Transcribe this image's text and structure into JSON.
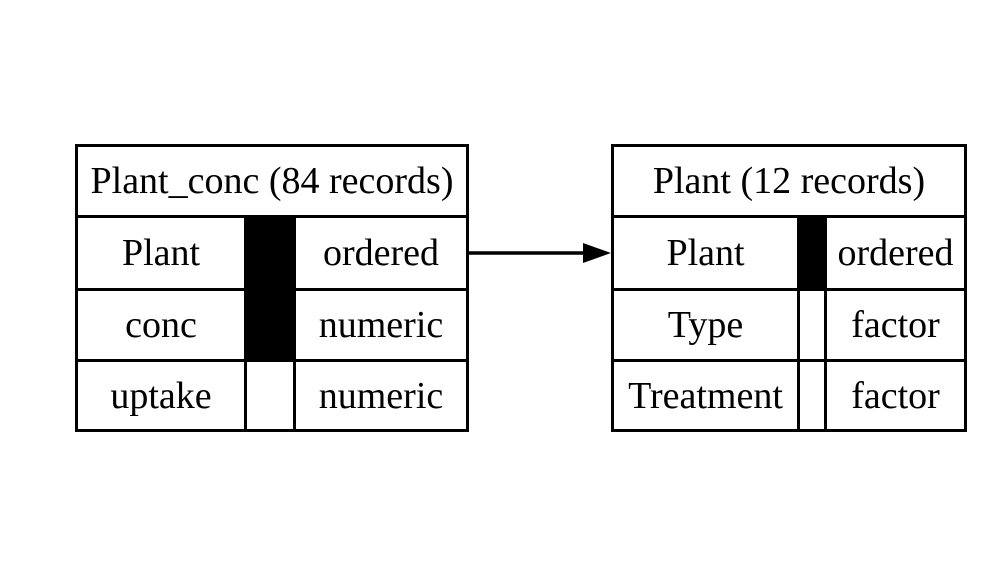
{
  "canvas": {
    "background_color": "#ffffff",
    "line_color": "#000000",
    "key_fill_color": "#000000"
  },
  "left_table": {
    "title": "Plant_conc (84 records)",
    "rows": [
      {
        "field": "Plant",
        "type": "ordered",
        "key": true
      },
      {
        "field": "conc",
        "type": "numeric",
        "key": true
      },
      {
        "field": "uptake",
        "type": "numeric",
        "key": false
      }
    ]
  },
  "right_table": {
    "title": "Plant (12 records)",
    "rows": [
      {
        "field": "Plant",
        "type": "ordered",
        "key": true
      },
      {
        "field": "Type",
        "type": "factor",
        "key": false
      },
      {
        "field": "Treatment",
        "type": "factor",
        "key": false
      }
    ]
  },
  "arrow": {
    "from_table": "Plant_conc",
    "from_field": "Plant",
    "to_table": "Plant",
    "to_field": "Plant",
    "direction": "left-to-right"
  }
}
